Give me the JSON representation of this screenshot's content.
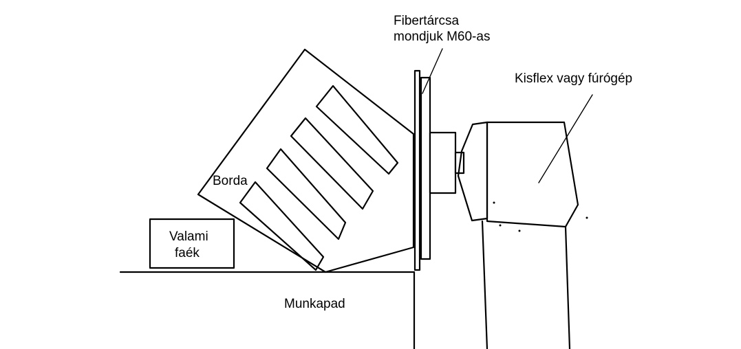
{
  "labels": {
    "disc_line1": "Fibertárcsa",
    "disc_line2": "mondjuk M60-as",
    "grinder": "Kisflex vagy fúrógép",
    "rib": "Borda",
    "block_line1": "Valami",
    "block_line2": "faék",
    "bench": "Munkapad"
  },
  "colors": {
    "line": "#000000",
    "background": "#ffffff"
  }
}
